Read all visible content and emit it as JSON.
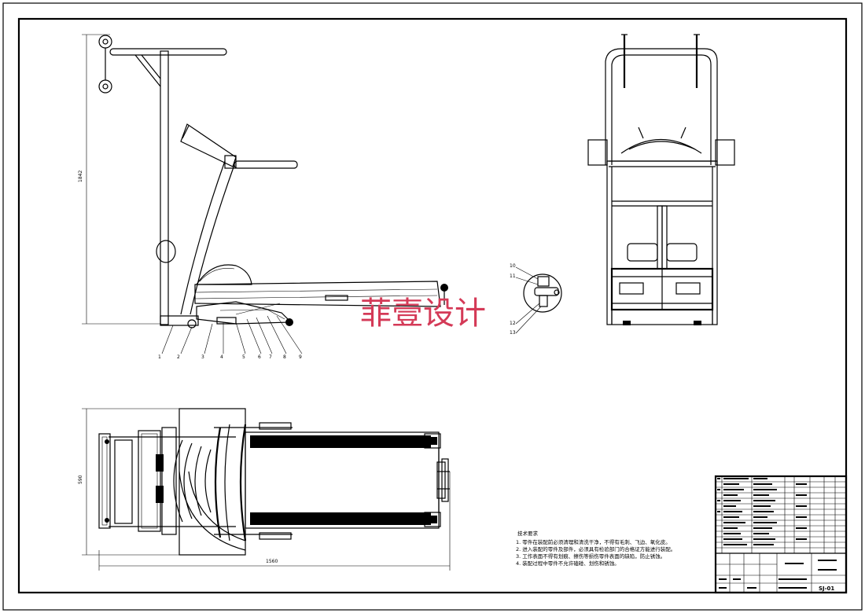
{
  "watermark": "菲壹设计",
  "notes": {
    "title": "技术要求",
    "lines": [
      "1. 零件在装配前必须清理和清洗干净，不得有毛刺、飞边、氧化皮。",
      "2. 进入装配的零件及部件，必须具有检验部门的合格证方能进行装配。",
      "3. 工作表面不得有划痕、擦伤等损伤零件表面的缺陷，防止锈蚀。",
      "4. 装配过程中零件不允许磕碰、划伤和锈蚀。"
    ]
  },
  "dimensions": {
    "side_height": "1842",
    "top_width": "590",
    "top_length": "1560"
  },
  "part_labels": [
    "1",
    "2",
    "3",
    "4",
    "5",
    "6",
    "7",
    "8",
    "9"
  ],
  "detail_labels": [
    "10",
    "11",
    "12",
    "13"
  ],
  "title_block": {
    "drawing_no": "SJ-01"
  }
}
